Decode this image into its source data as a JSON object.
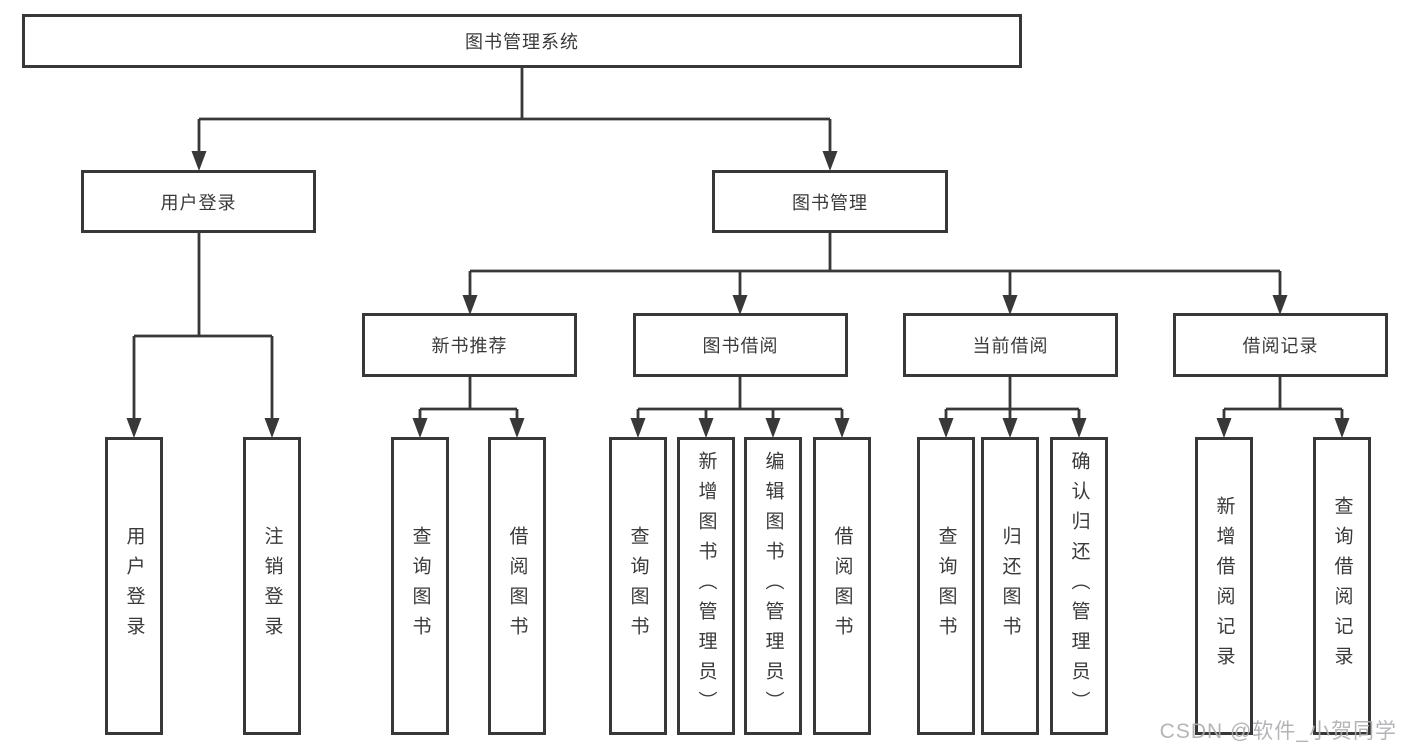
{
  "diagram": {
    "title": "图书管理系统",
    "tree": {
      "root": "图书管理系统",
      "branches": [
        {
          "label": "用户登录",
          "leaves": [
            "用户登录",
            "注销登录"
          ]
        },
        {
          "label": "图书管理",
          "groups": [
            {
              "label": "新书推荐",
              "leaves": [
                "查询图书",
                "借阅图书"
              ]
            },
            {
              "label": "图书借阅",
              "leaves": [
                "查询图书",
                "新增图书（管理员）",
                "编辑图书（管理员）",
                "借阅图书"
              ]
            },
            {
              "label": "当前借阅",
              "leaves": [
                "查询图书",
                "归还图书",
                "确认归还（管理员）"
              ]
            },
            {
              "label": "借阅记录",
              "leaves": [
                "新增借阅记录",
                "查询借阅记录"
              ]
            }
          ]
        }
      ]
    },
    "colors": {
      "line": "#383838",
      "text": "#3a3a3a",
      "background": "#ffffff",
      "watermark": "#aeaeb2"
    }
  },
  "watermark": "CSDN @软件_小贺同学"
}
